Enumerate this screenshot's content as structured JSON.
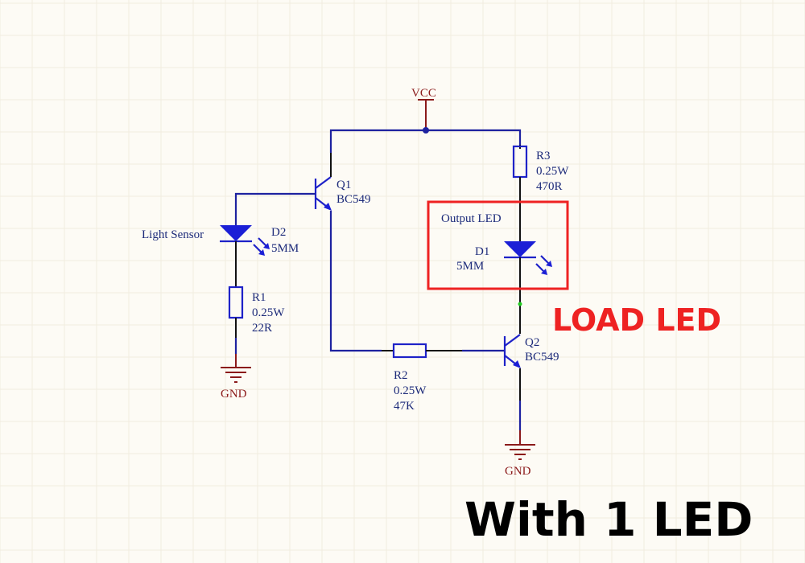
{
  "diagram": {
    "title_overlay": "LOAD LED",
    "caption": "With 1 LED",
    "colors": {
      "wire": "#1e22a0",
      "component": "#1e22c8",
      "power": "#8b1a1a",
      "highlight": "#ee2222",
      "background": "#fdfbf5"
    },
    "power": {
      "vcc": "VCC",
      "gnd_left": "GND",
      "gnd_right": "GND"
    },
    "components": {
      "q1": {
        "ref": "Q1",
        "value": "BC549"
      },
      "q2": {
        "ref": "Q2",
        "value": "BC549"
      },
      "d2": {
        "label": "Light Sensor",
        "ref": "D2",
        "value": "5MM"
      },
      "d1": {
        "label": "Output LED",
        "ref": "D1",
        "value": "5MM"
      },
      "r1": {
        "ref": "R1",
        "power": "0.25W",
        "value": "22R"
      },
      "r2": {
        "ref": "R2",
        "power": "0.25W",
        "value": "47K"
      },
      "r3": {
        "ref": "R3",
        "power": "0.25W",
        "value": "470R"
      }
    }
  }
}
